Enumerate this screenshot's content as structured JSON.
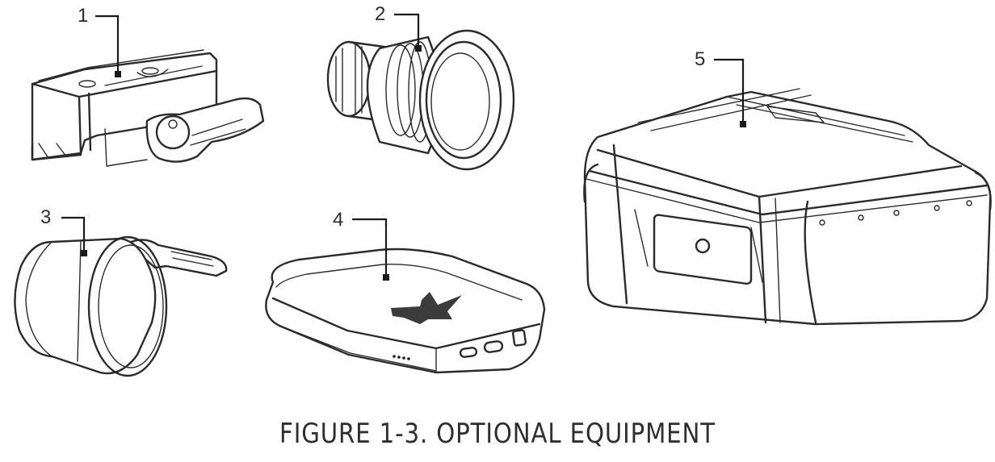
{
  "figure": {
    "caption": "FIGURE 1-3. OPTIONAL EQUIPMENT",
    "callouts": [
      {
        "id": "1",
        "label": "1"
      },
      {
        "id": "2",
        "label": "2"
      },
      {
        "id": "3",
        "label": "3"
      },
      {
        "id": "4",
        "label": "4"
      },
      {
        "id": "5",
        "label": "5"
      }
    ],
    "colors": {
      "line": "#2b2b2b",
      "text": "#2f2f2f",
      "background": "#ffffff"
    }
  }
}
